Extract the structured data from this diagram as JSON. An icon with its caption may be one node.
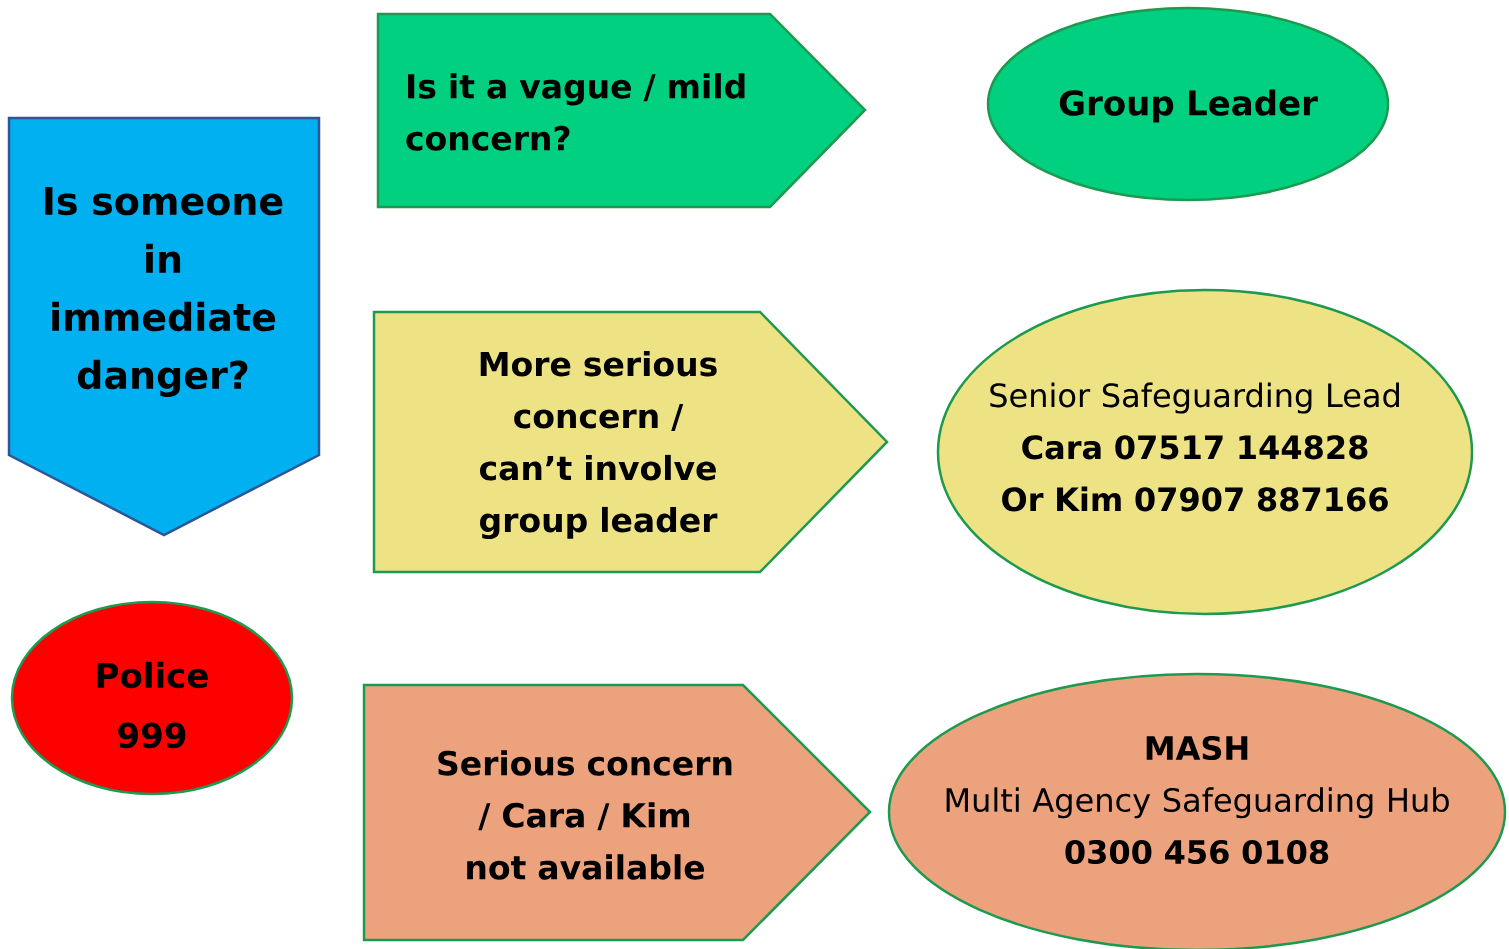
{
  "diagram": {
    "nodes": [
      {
        "text": [
          "Is someone in immediate danger?"
        ]
      },
      {
        "text": [
          "Is it a vague / mild concern?"
        ]
      },
      {
        "text": [
          "Group Leader"
        ]
      },
      {
        "text": [
          "More serious concern / can’t involve group leader"
        ]
      },
      {
        "text": [
          "Senior Safeguarding Lead",
          "Cara 07517 144828",
          "Or Kim 07907 887166"
        ]
      },
      {
        "text": [
          "Police",
          "999"
        ]
      },
      {
        "text": [
          "Serious concern / Cara / Kim not available"
        ]
      },
      {
        "text": [
          "MASH",
          "Multi Agency Safeguarding Hub",
          "0300 456 0108"
        ]
      }
    ]
  }
}
